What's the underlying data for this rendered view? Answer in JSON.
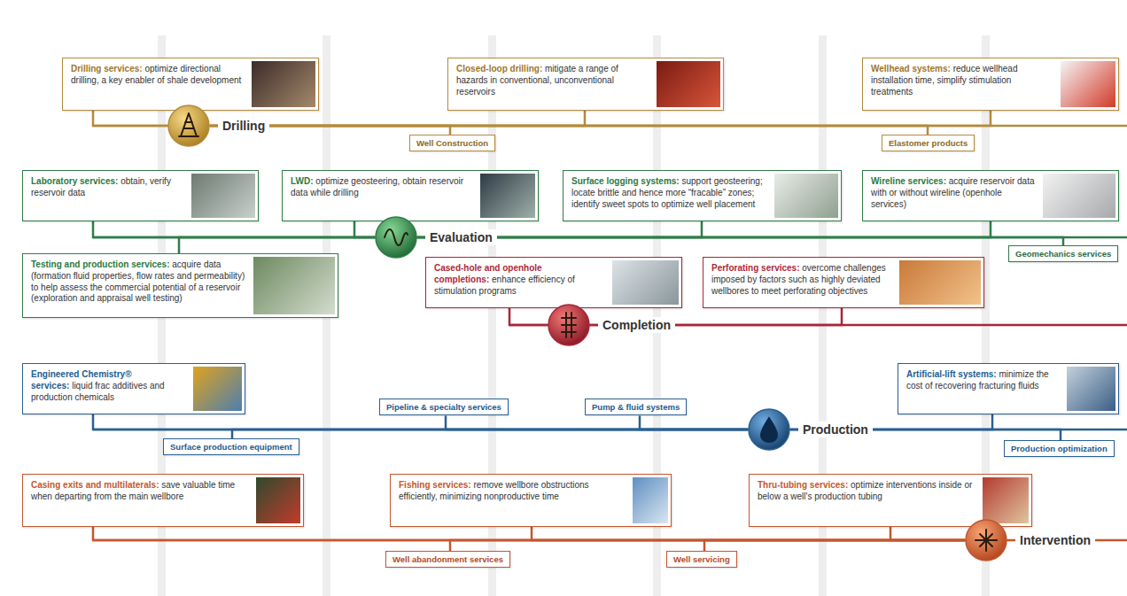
{
  "diagram": {
    "nodes": [
      {
        "text": [
          "Drilling services:",
          "optimize directional drilling, a key enabler of shale development"
        ]
      },
      {
        "text": [
          "Closed-loop drilling:",
          "mitigate a range of hazards in conventional, unconventional reservoirs"
        ]
      },
      {
        "text": [
          "Wellhead systems:",
          "reduce wellhead installation time, simplify stimulation treatments"
        ]
      },
      {
        "text": [
          "Drilling"
        ]
      },
      {
        "text": [
          "Well Construction"
        ]
      },
      {
        "text": [
          "Elastomer products"
        ]
      },
      {
        "text": [
          "Laboratory services:",
          "obtain, verify reservoir data"
        ]
      },
      {
        "text": [
          "LWD:",
          "optimize geosteering, obtain reservoir data while drilling"
        ]
      },
      {
        "text": [
          "Surface logging systems:",
          "support geosteering; locate brittle and hence more “fracable” zones; identify sweet spots to optimize well placement"
        ]
      },
      {
        "text": [
          "Wireline services:",
          "acquire reservoir data with or without wireline (openhole services)"
        ]
      },
      {
        "text": [
          "Evaluation"
        ]
      },
      {
        "text": [
          "Geomechanics services"
        ]
      },
      {
        "text": [
          "Testing and production services:",
          "acquire data (formation fluid properties, flow rates and permeability) to help assess the commercial potential of a reservoir (exploration and appraisal well testing)"
        ]
      },
      {
        "text": [
          "Cased-hole and openhole completions:",
          "enhance efficiency of stimulation programs"
        ]
      },
      {
        "text": [
          "Perforating services:",
          "overcome challenges imposed by factors such as highly deviated wellbores to meet perforating objectives"
        ]
      },
      {
        "text": [
          "Completion"
        ]
      },
      {
        "text": [
          "Engineered Chemistry® services:",
          "liquid frac additives and production chemicals"
        ]
      },
      {
        "text": [
          "Pipeline & specialty services"
        ]
      },
      {
        "text": [
          "Pump & fluid systems"
        ]
      },
      {
        "text": [
          "Artificial-lift systems:",
          "minimize the cost of recovering fracturing fluids"
        ]
      },
      {
        "text": [
          "Production"
        ]
      },
      {
        "text": [
          "Surface production equipment"
        ]
      },
      {
        "text": [
          "Production optimization"
        ]
      },
      {
        "text": [
          "Casing exits and multilaterals:",
          "save valuable time when departing from the main wellbore"
        ]
      },
      {
        "text": [
          "Fishing services:",
          "remove wellbore obstructions efficiently, minimizing nonproductive time"
        ]
      },
      {
        "text": [
          "Thru-tubing services:",
          "optimize interventions inside or below a well's production tubing"
        ]
      },
      {
        "text": [
          "Well abandonment services"
        ]
      },
      {
        "text": [
          "Well servicing"
        ]
      },
      {
        "text": [
          "Intervention"
        ]
      }
    ],
    "edges": [
      {
        "from": 0,
        "to": 3,
        "arrow": "none"
      },
      {
        "from": 1,
        "to": 3,
        "arrow": "none"
      },
      {
        "from": 2,
        "to": 3,
        "arrow": "none"
      },
      {
        "from": 4,
        "to": 3,
        "arrow": "none"
      },
      {
        "from": 5,
        "to": 3,
        "arrow": "none"
      },
      {
        "from": 6,
        "to": 10,
        "arrow": "none"
      },
      {
        "from": 7,
        "to": 10,
        "arrow": "none"
      },
      {
        "from": 8,
        "to": 10,
        "arrow": "none"
      },
      {
        "from": 9,
        "to": 10,
        "arrow": "none"
      },
      {
        "from": 11,
        "to": 10,
        "arrow": "none"
      },
      {
        "from": 12,
        "to": 10,
        "arrow": "none"
      },
      {
        "from": 13,
        "to": 15,
        "arrow": "none"
      },
      {
        "from": 14,
        "to": 15,
        "arrow": "none"
      },
      {
        "from": 16,
        "to": 20,
        "arrow": "none"
      },
      {
        "from": 17,
        "to": 20,
        "arrow": "none"
      },
      {
        "from": 18,
        "to": 20,
        "arrow": "none"
      },
      {
        "from": 19,
        "to": 20,
        "arrow": "none"
      },
      {
        "from": 21,
        "to": 20,
        "arrow": "none"
      },
      {
        "from": 22,
        "to": 20,
        "arrow": "none"
      },
      {
        "from": 23,
        "to": 28,
        "arrow": "none"
      },
      {
        "from": 24,
        "to": 28,
        "arrow": "none"
      },
      {
        "from": 25,
        "to": 28,
        "arrow": "none"
      },
      {
        "from": 26,
        "to": 28,
        "arrow": "none"
      },
      {
        "from": 27,
        "to": 28,
        "arrow": "none"
      }
    ]
  }
}
